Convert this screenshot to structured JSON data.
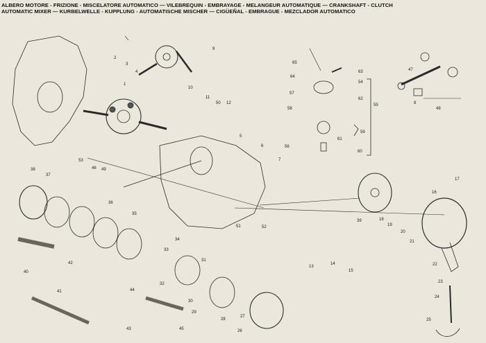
{
  "header": {
    "line1": "ALBERO MOTORE - FRIZIONE - MISCELATORE AUTOMATICO — VILEBREQUIN - EMBRAYAGE - MELANGEUR AUTOMATIQUE — CRANKSHAFT - CLUTCH",
    "line2": "AUTOMATIC MIXER — KURBELWELLE - KUPPLUNG - AUTOMATISCHE MISCHER — CIGÜEÑAL - EMBRAGUE - MEZCLADOR AUTOMATICO",
    "line3": ""
  },
  "colors": {
    "paper": "#ece7dc",
    "ink": "#1a1a1a",
    "shade": "#9a958c"
  },
  "callouts": [
    "1",
    "2",
    "3",
    "4",
    "5",
    "6",
    "7",
    "8",
    "9",
    "10",
    "11",
    "12",
    "13",
    "14",
    "15",
    "16",
    "17",
    "18",
    "19",
    "20",
    "21",
    "22",
    "23",
    "24",
    "25",
    "26",
    "27",
    "28",
    "29",
    "30",
    "31",
    "32",
    "33",
    "34",
    "35",
    "36",
    "37",
    "38",
    "39",
    "40",
    "41",
    "42",
    "43",
    "44",
    "45",
    "46",
    "47",
    "48",
    "49",
    "50",
    "51",
    "52",
    "53",
    "54",
    "55",
    "56",
    "57",
    "58",
    "59",
    "60",
    "61",
    "62",
    "63",
    "64",
    "65"
  ]
}
